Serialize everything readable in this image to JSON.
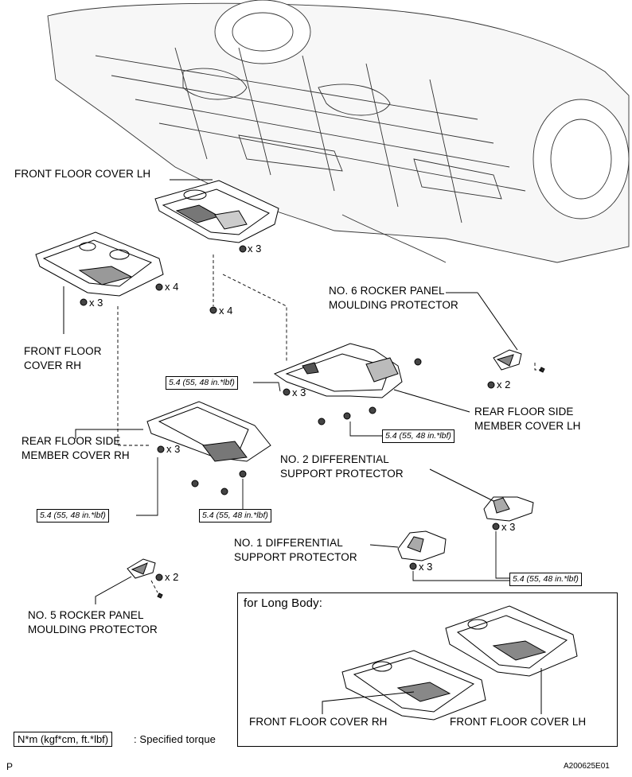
{
  "labels": {
    "front_floor_cover_lh": "FRONT FLOOR COVER LH",
    "front_floor_cover_rh_1": "FRONT FLOOR",
    "front_floor_cover_rh_2": "COVER RH",
    "rear_floor_side_member_cover_rh_1": "REAR FLOOR SIDE",
    "rear_floor_side_member_cover_rh_2": "MEMBER COVER RH",
    "rear_floor_side_member_cover_lh_1": "REAR FLOOR SIDE",
    "rear_floor_side_member_cover_lh_2": "MEMBER COVER LH",
    "no6_rocker_1": "NO. 6 ROCKER PANEL",
    "no6_rocker_2": "MOULDING PROTECTOR",
    "no5_rocker_1": "NO. 5 ROCKER PANEL",
    "no5_rocker_2": "MOULDING PROTECTOR",
    "no2_diff_1": "NO. 2 DIFFERENTIAL",
    "no2_diff_2": "SUPPORT PROTECTOR",
    "no1_diff_1": "NO. 1 DIFFERENTIAL",
    "no1_diff_2": "SUPPORT PROTECTOR"
  },
  "quantities": {
    "lh_top_x3": "x 3",
    "rh_x4_right": "x 4",
    "rh_x3": "x 3",
    "mid_x4": "x 4",
    "rear_lh_x3": "x 3",
    "rear_rh_x3": "x 3",
    "no6_x2": "x 2",
    "no5_x2": "x 2",
    "no2_x3": "x 3",
    "no1_x3": "x 3"
  },
  "torque": {
    "t1": "5.4 (55, 48 in.*lbf)",
    "t2": "5.4 (55, 48 in.*lbf)",
    "t3": "5.4 (55, 48 in.*lbf)",
    "t4": "5.4 (55, 48 in.*lbf)",
    "t5": "5.4 (55, 48 in.*lbf)"
  },
  "long_body": {
    "title": "for Long Body:",
    "front_floor_cover_rh": "FRONT FLOOR COVER RH",
    "front_floor_cover_lh": "FRONT FLOOR COVER LH"
  },
  "legend": {
    "unit": "N*m (kgf*cm, ft.*lbf)",
    "description": ": Specified torque"
  },
  "footer": {
    "page_letter": "P",
    "figure_id": "A200625E01"
  }
}
